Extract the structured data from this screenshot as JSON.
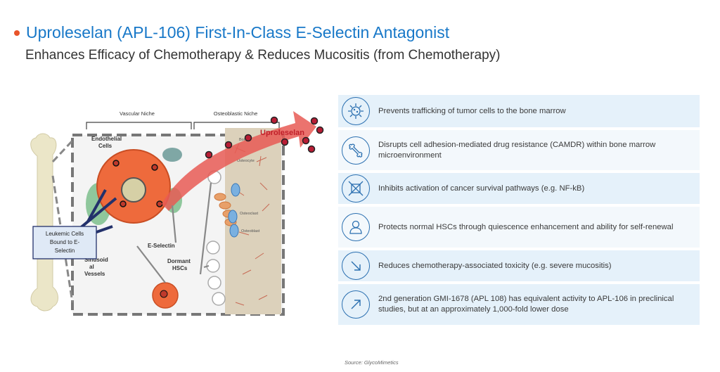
{
  "title": "Uproleselan (APL-106) First-In-Class E-Selectin Antagonist",
  "subtitle": "Enhances Efficacy of Chemotherapy & Reduces Mucositis (from Chemotherapy)",
  "figure": {
    "vascular_niche": "Vascular Niche",
    "osteoblastic_niche": "Osteoblastic Niche",
    "endothelial_cells_1": "Endothelial",
    "endothelial_cells_2": "Cells",
    "uproleselan": "Uproleselan",
    "e_selectin": "E-Selectin",
    "leukemic_1": "Leukemic Cells",
    "leukemic_2": "Bound to E-",
    "leukemic_3": "Selectin",
    "sinusoidal_1": "Sinusoid",
    "sinusoidal_2": "al",
    "sinusoidal_3": "Vessels",
    "dormant_1": "Dormant",
    "dormant_2": "HSCs",
    "bone_label": "Bone",
    "osteocyte": "Osteocyte",
    "osteoclast": "Osteoclast",
    "osteoblast": "Osteoblast"
  },
  "features": [
    {
      "icon": "virus-icon",
      "text": "Prevents trafficking of tumor cells to the bone marrow"
    },
    {
      "icon": "bone-icon",
      "text": "Disrupts cell adhesion-mediated drug resistance (CAMDR) within bone marrow microenvironment"
    },
    {
      "icon": "network-icon",
      "text": "Inhibits activation of cancer survival pathways (e.g. NF-kB)"
    },
    {
      "icon": "person-icon",
      "text": "Protects normal HSCs through quiescence enhancement and ability for self-renewal"
    },
    {
      "icon": "arrow-down-right-icon",
      "text": "Reduces chemotherapy-associated toxicity (e.g. severe mucositis)"
    },
    {
      "icon": "arrow-up-right-icon",
      "text": "2nd generation GMI-1678 (APL 108) has equivalent activity to APL-106 in preclinical studies, but at an approximately 1,000-fold lower dose"
    }
  ],
  "source": "Source: GlycoMimetics",
  "colors": {
    "title": "#1878c8",
    "bullet": "#e8542a",
    "icon_stroke": "#2a6fb0",
    "row_alt": "#e5f1fa"
  }
}
